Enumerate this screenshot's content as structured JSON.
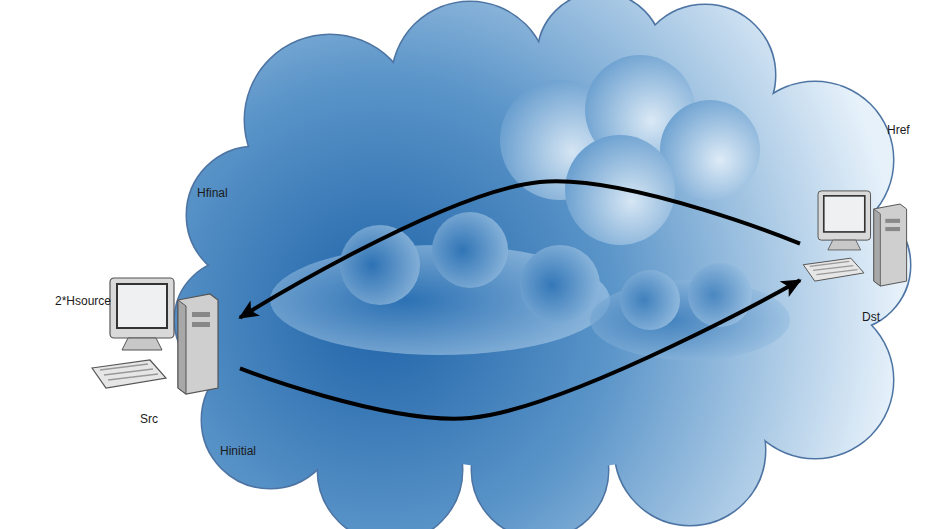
{
  "diagram": {
    "nodes": [
      {
        "text": [
          "Src"
        ]
      },
      {
        "text": [
          "Dst"
        ]
      }
    ],
    "edges": [
      {
        "from": 0,
        "to": 1,
        "arrow": "to"
      },
      {
        "from": 1,
        "to": 0,
        "arrow": "to"
      }
    ],
    "labels": [
      "Href",
      "Hfinal",
      "2*Hsource",
      "Hinitial"
    ]
  }
}
